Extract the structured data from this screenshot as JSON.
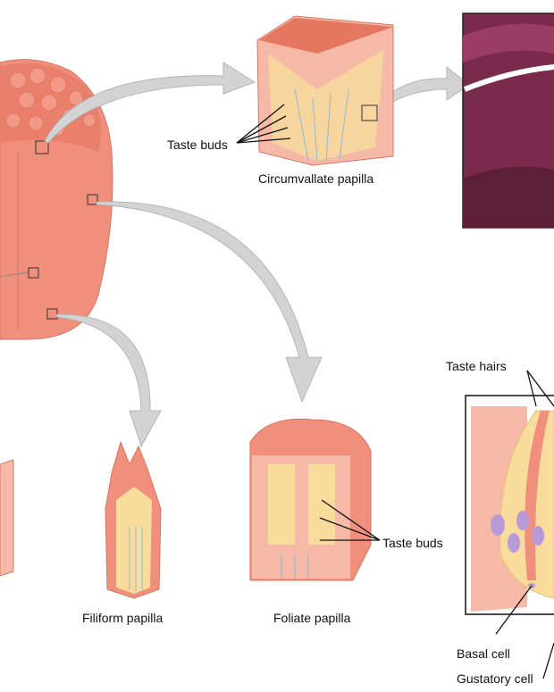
{
  "labels": {
    "taste_buds_top": "Taste buds",
    "circumvallate": "Circumvallate papilla",
    "filiform": "Filiform papilla",
    "foliate": "Foliate papilla",
    "taste_buds_foliate": "Taste buds",
    "taste_hairs": "Taste hairs",
    "basal_cell": "Basal cell",
    "gustatory_cell": "Gustatory cell"
  },
  "colors": {
    "tissue": "#ef8f7c",
    "tissue_light": "#f6b9a8",
    "cell_yellow": "#f8dc9c",
    "nucleus": "#b79ad6",
    "arrow": "#d3d3d3",
    "micrograph": "#7a2a4a"
  }
}
